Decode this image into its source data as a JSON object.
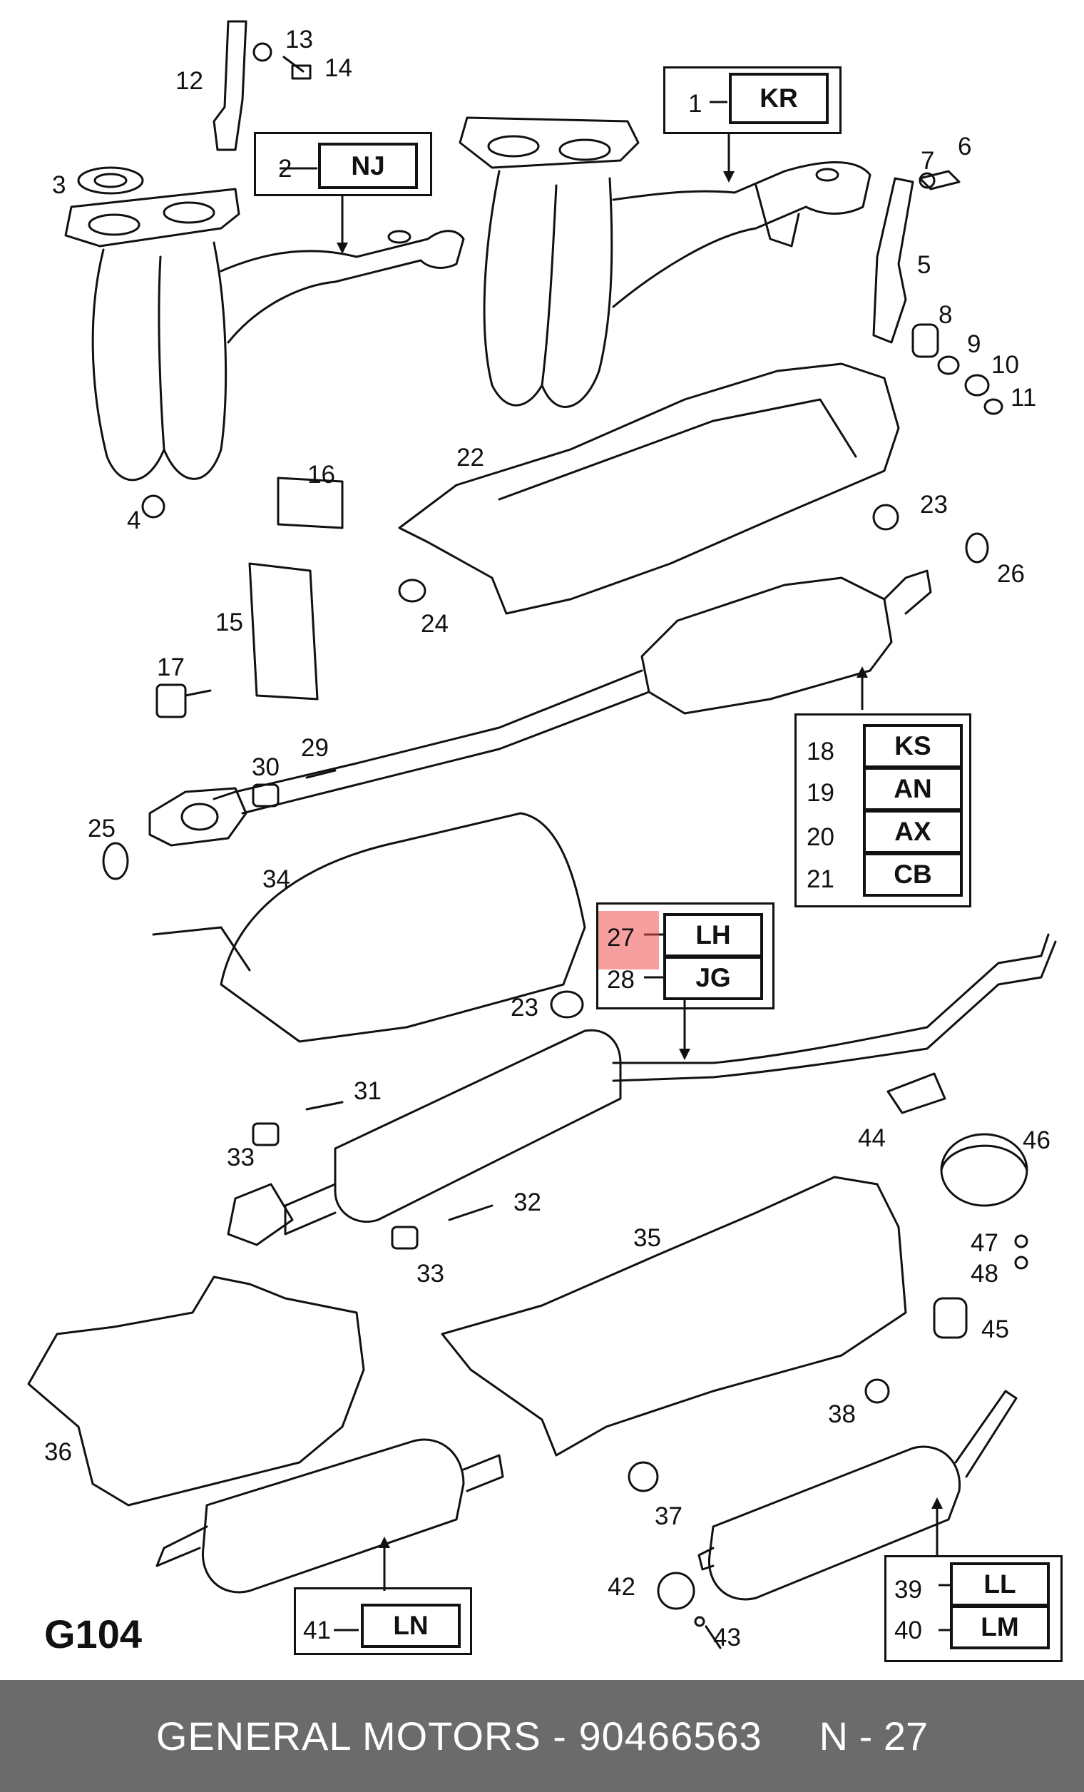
{
  "diagram": {
    "id": "G104",
    "highlight_color": "#f05050",
    "callouts": [
      {
        "id": "c1",
        "text": "1"
      },
      {
        "id": "c2",
        "text": "2"
      },
      {
        "id": "c3",
        "text": "3"
      },
      {
        "id": "c4",
        "text": "4"
      },
      {
        "id": "c5",
        "text": "5"
      },
      {
        "id": "c6",
        "text": "6"
      },
      {
        "id": "c7",
        "text": "7"
      },
      {
        "id": "c8",
        "text": "8"
      },
      {
        "id": "c9",
        "text": "9"
      },
      {
        "id": "c10",
        "text": "10"
      },
      {
        "id": "c11",
        "text": "11"
      },
      {
        "id": "c12",
        "text": "12"
      },
      {
        "id": "c13",
        "text": "13"
      },
      {
        "id": "c14",
        "text": "14"
      },
      {
        "id": "c15",
        "text": "15"
      },
      {
        "id": "c16",
        "text": "16"
      },
      {
        "id": "c17",
        "text": "17"
      },
      {
        "id": "c18",
        "text": "18"
      },
      {
        "id": "c19",
        "text": "19"
      },
      {
        "id": "c20",
        "text": "20"
      },
      {
        "id": "c21",
        "text": "21"
      },
      {
        "id": "c22",
        "text": "22"
      },
      {
        "id": "c23a",
        "text": "23"
      },
      {
        "id": "c23b",
        "text": "23"
      },
      {
        "id": "c24",
        "text": "24"
      },
      {
        "id": "c25",
        "text": "25"
      },
      {
        "id": "c26",
        "text": "26"
      },
      {
        "id": "c27",
        "text": "27"
      },
      {
        "id": "c28",
        "text": "28"
      },
      {
        "id": "c29",
        "text": "29"
      },
      {
        "id": "c30",
        "text": "30"
      },
      {
        "id": "c31",
        "text": "31"
      },
      {
        "id": "c32",
        "text": "32"
      },
      {
        "id": "c33a",
        "text": "33"
      },
      {
        "id": "c33b",
        "text": "33"
      },
      {
        "id": "c34",
        "text": "34"
      },
      {
        "id": "c35",
        "text": "35"
      },
      {
        "id": "c36",
        "text": "36"
      },
      {
        "id": "c37",
        "text": "37"
      },
      {
        "id": "c38",
        "text": "38"
      },
      {
        "id": "c39",
        "text": "39"
      },
      {
        "id": "c40",
        "text": "40"
      },
      {
        "id": "c41",
        "text": "41"
      },
      {
        "id": "c42",
        "text": "42"
      },
      {
        "id": "c43",
        "text": "43"
      },
      {
        "id": "c44",
        "text": "44"
      },
      {
        "id": "c45",
        "text": "45"
      },
      {
        "id": "c46",
        "text": "46"
      },
      {
        "id": "c47",
        "text": "47"
      },
      {
        "id": "c48",
        "text": "48"
      }
    ],
    "code_boxes": [
      {
        "id": "b-kr",
        "text": "KR"
      },
      {
        "id": "b-nj",
        "text": "NJ"
      },
      {
        "id": "b-ks",
        "text": "KS"
      },
      {
        "id": "b-an",
        "text": "AN"
      },
      {
        "id": "b-ax",
        "text": "AX"
      },
      {
        "id": "b-cb",
        "text": "CB"
      },
      {
        "id": "b-lh",
        "text": "LH"
      },
      {
        "id": "b-jg",
        "text": "JG"
      },
      {
        "id": "b-ln",
        "text": "LN"
      },
      {
        "id": "b-ll",
        "text": "LL"
      },
      {
        "id": "b-lm",
        "text": "LM"
      }
    ]
  },
  "footer": {
    "text": "GENERAL MOTORS - 90466563",
    "page": "N - 27"
  }
}
